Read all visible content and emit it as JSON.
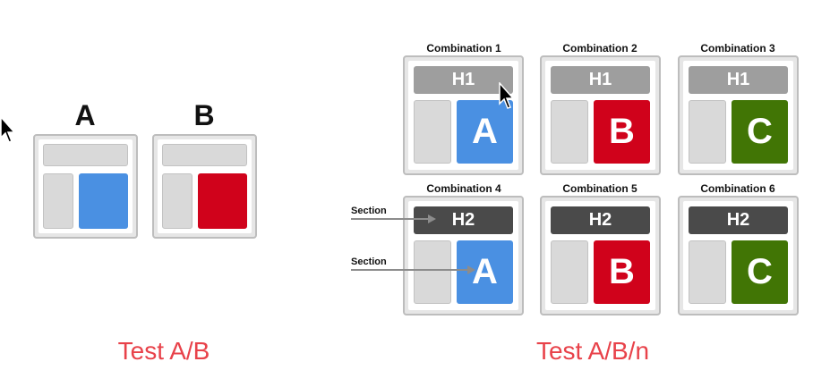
{
  "colors": {
    "blue": "#4a90e2",
    "red": "#d0021b",
    "green": "#417505",
    "h1_gray": "#9e9e9e",
    "h2_dark": "#4a4a4a",
    "caption_red": "#e8424a"
  },
  "ab_test": {
    "variant_a": "A",
    "variant_b": "B",
    "caption": "Test A/B"
  },
  "abn_test": {
    "caption": "Test A/B/n",
    "section_label_1": "Section",
    "section_label_2": "Section",
    "combinations": [
      {
        "title": "Combination 1",
        "header": "H1",
        "variant": "A"
      },
      {
        "title": "Combination 2",
        "header": "H1",
        "variant": "B"
      },
      {
        "title": "Combination 3",
        "header": "H1",
        "variant": "C"
      },
      {
        "title": "Combination 4",
        "header": "H2",
        "variant": "A"
      },
      {
        "title": "Combination 5",
        "header": "H2",
        "variant": "B"
      },
      {
        "title": "Combination 6",
        "header": "H2",
        "variant": "C"
      }
    ]
  }
}
